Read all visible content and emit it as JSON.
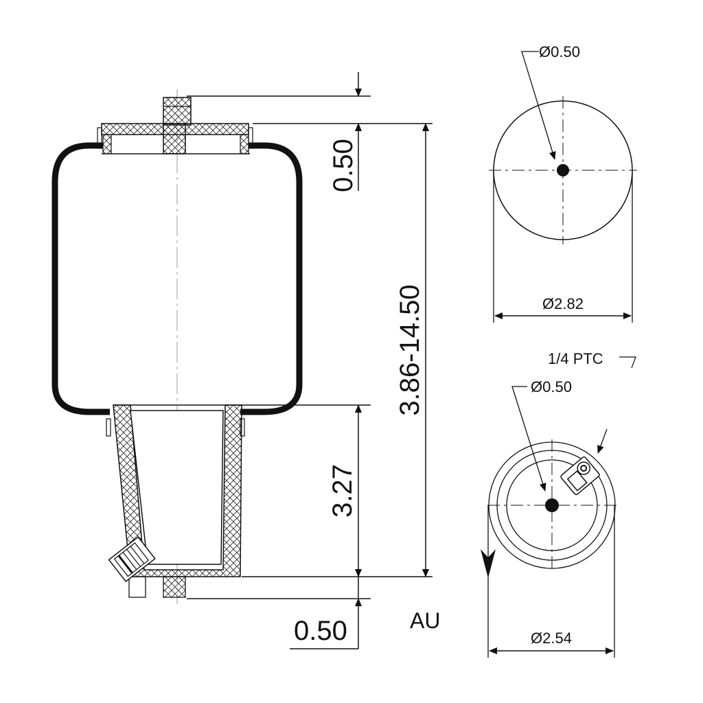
{
  "drawing": {
    "type": "air spring technical drawing",
    "code": "AU",
    "colors": {
      "line": "#111111",
      "background": "#ffffff",
      "centerline": "#999999"
    }
  },
  "side_view": {
    "dims": {
      "top_stud_height": "0.50",
      "overall_height": "3.86-14.50",
      "piston_height": "3.27",
      "bottom_stud_height": "0.50"
    }
  },
  "top_view": {
    "hole_label": "Ø0.50",
    "diameter_label": "Ø2.82"
  },
  "bottom_view": {
    "fitting_label": "1/4 PTC",
    "hole_label": "Ø0.50",
    "diameter_label": "Ø2.54"
  }
}
